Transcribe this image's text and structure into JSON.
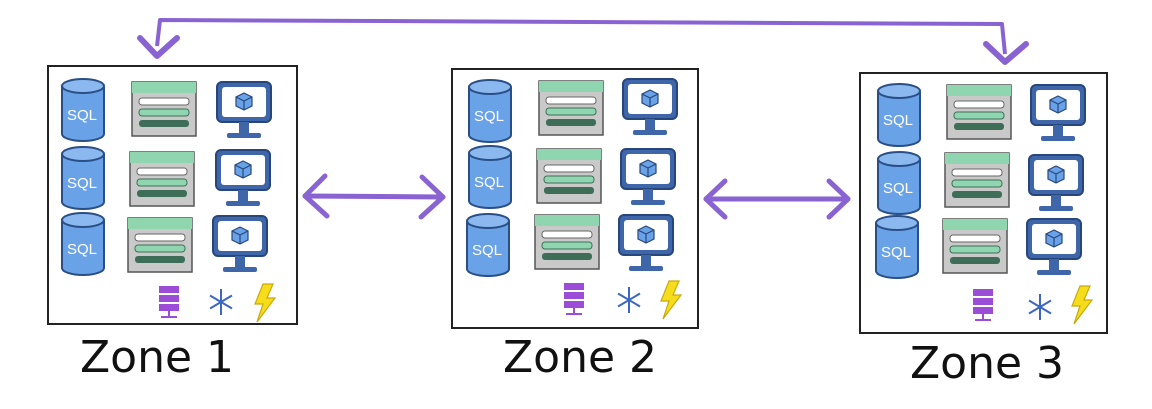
{
  "zones": [
    {
      "label": "Zone 1",
      "db_labels": [
        "SQL",
        "SQL",
        "SQL"
      ]
    },
    {
      "label": "Zone 2",
      "db_labels": [
        "SQL",
        "SQL",
        "SQL"
      ]
    },
    {
      "label": "Zone 3",
      "db_labels": [
        "SQL",
        "SQL",
        "SQL"
      ]
    }
  ],
  "icons": {
    "database": "sql-database-icon",
    "app": "app-window-icon",
    "vm": "virtual-machine-monitor-icon",
    "network": "network-server-icon",
    "cooling": "snowflake-icon",
    "power": "lightning-bolt-icon"
  },
  "colors": {
    "arrow": "#8a63d2",
    "database": "#6aa2e8",
    "monitor": "#3f66a8",
    "app_header": "#8fd6b0",
    "app_bar_dark": "#3f6e58",
    "network": "#9b4dd8",
    "snowflake": "#3b66c4",
    "bolt": "#f5dd1c"
  }
}
